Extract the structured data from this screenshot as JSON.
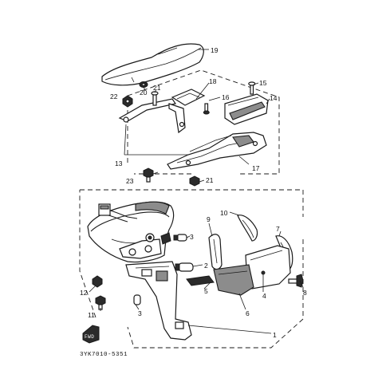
{
  "diagram": {
    "labels": [
      {
        "id": "l1",
        "text": "1"
      },
      {
        "id": "l2",
        "text": "2"
      },
      {
        "id": "l3a",
        "text": "3"
      },
      {
        "id": "l3b",
        "text": "3"
      },
      {
        "id": "l4",
        "text": "4"
      },
      {
        "id": "l5",
        "text": "5"
      },
      {
        "id": "l6",
        "text": "6"
      },
      {
        "id": "l7",
        "text": "7"
      },
      {
        "id": "l8",
        "text": "8"
      },
      {
        "id": "l9",
        "text": "9"
      },
      {
        "id": "l10",
        "text": "10"
      },
      {
        "id": "l11",
        "text": "11"
      },
      {
        "id": "l12",
        "text": "12"
      },
      {
        "id": "l13",
        "text": "13"
      },
      {
        "id": "l14",
        "text": "14"
      },
      {
        "id": "l15",
        "text": "15"
      },
      {
        "id": "l16",
        "text": "16"
      },
      {
        "id": "l17",
        "text": "17"
      },
      {
        "id": "l18",
        "text": "18"
      },
      {
        "id": "l19",
        "text": "19"
      },
      {
        "id": "l20",
        "text": "20"
      },
      {
        "id": "l21a",
        "text": "21"
      },
      {
        "id": "l21b",
        "text": "21"
      },
      {
        "id": "l22",
        "text": "22"
      },
      {
        "id": "l23",
        "text": "23"
      }
    ],
    "fwd_text": "FWD",
    "drawing_code": "3YK7010-5351"
  }
}
